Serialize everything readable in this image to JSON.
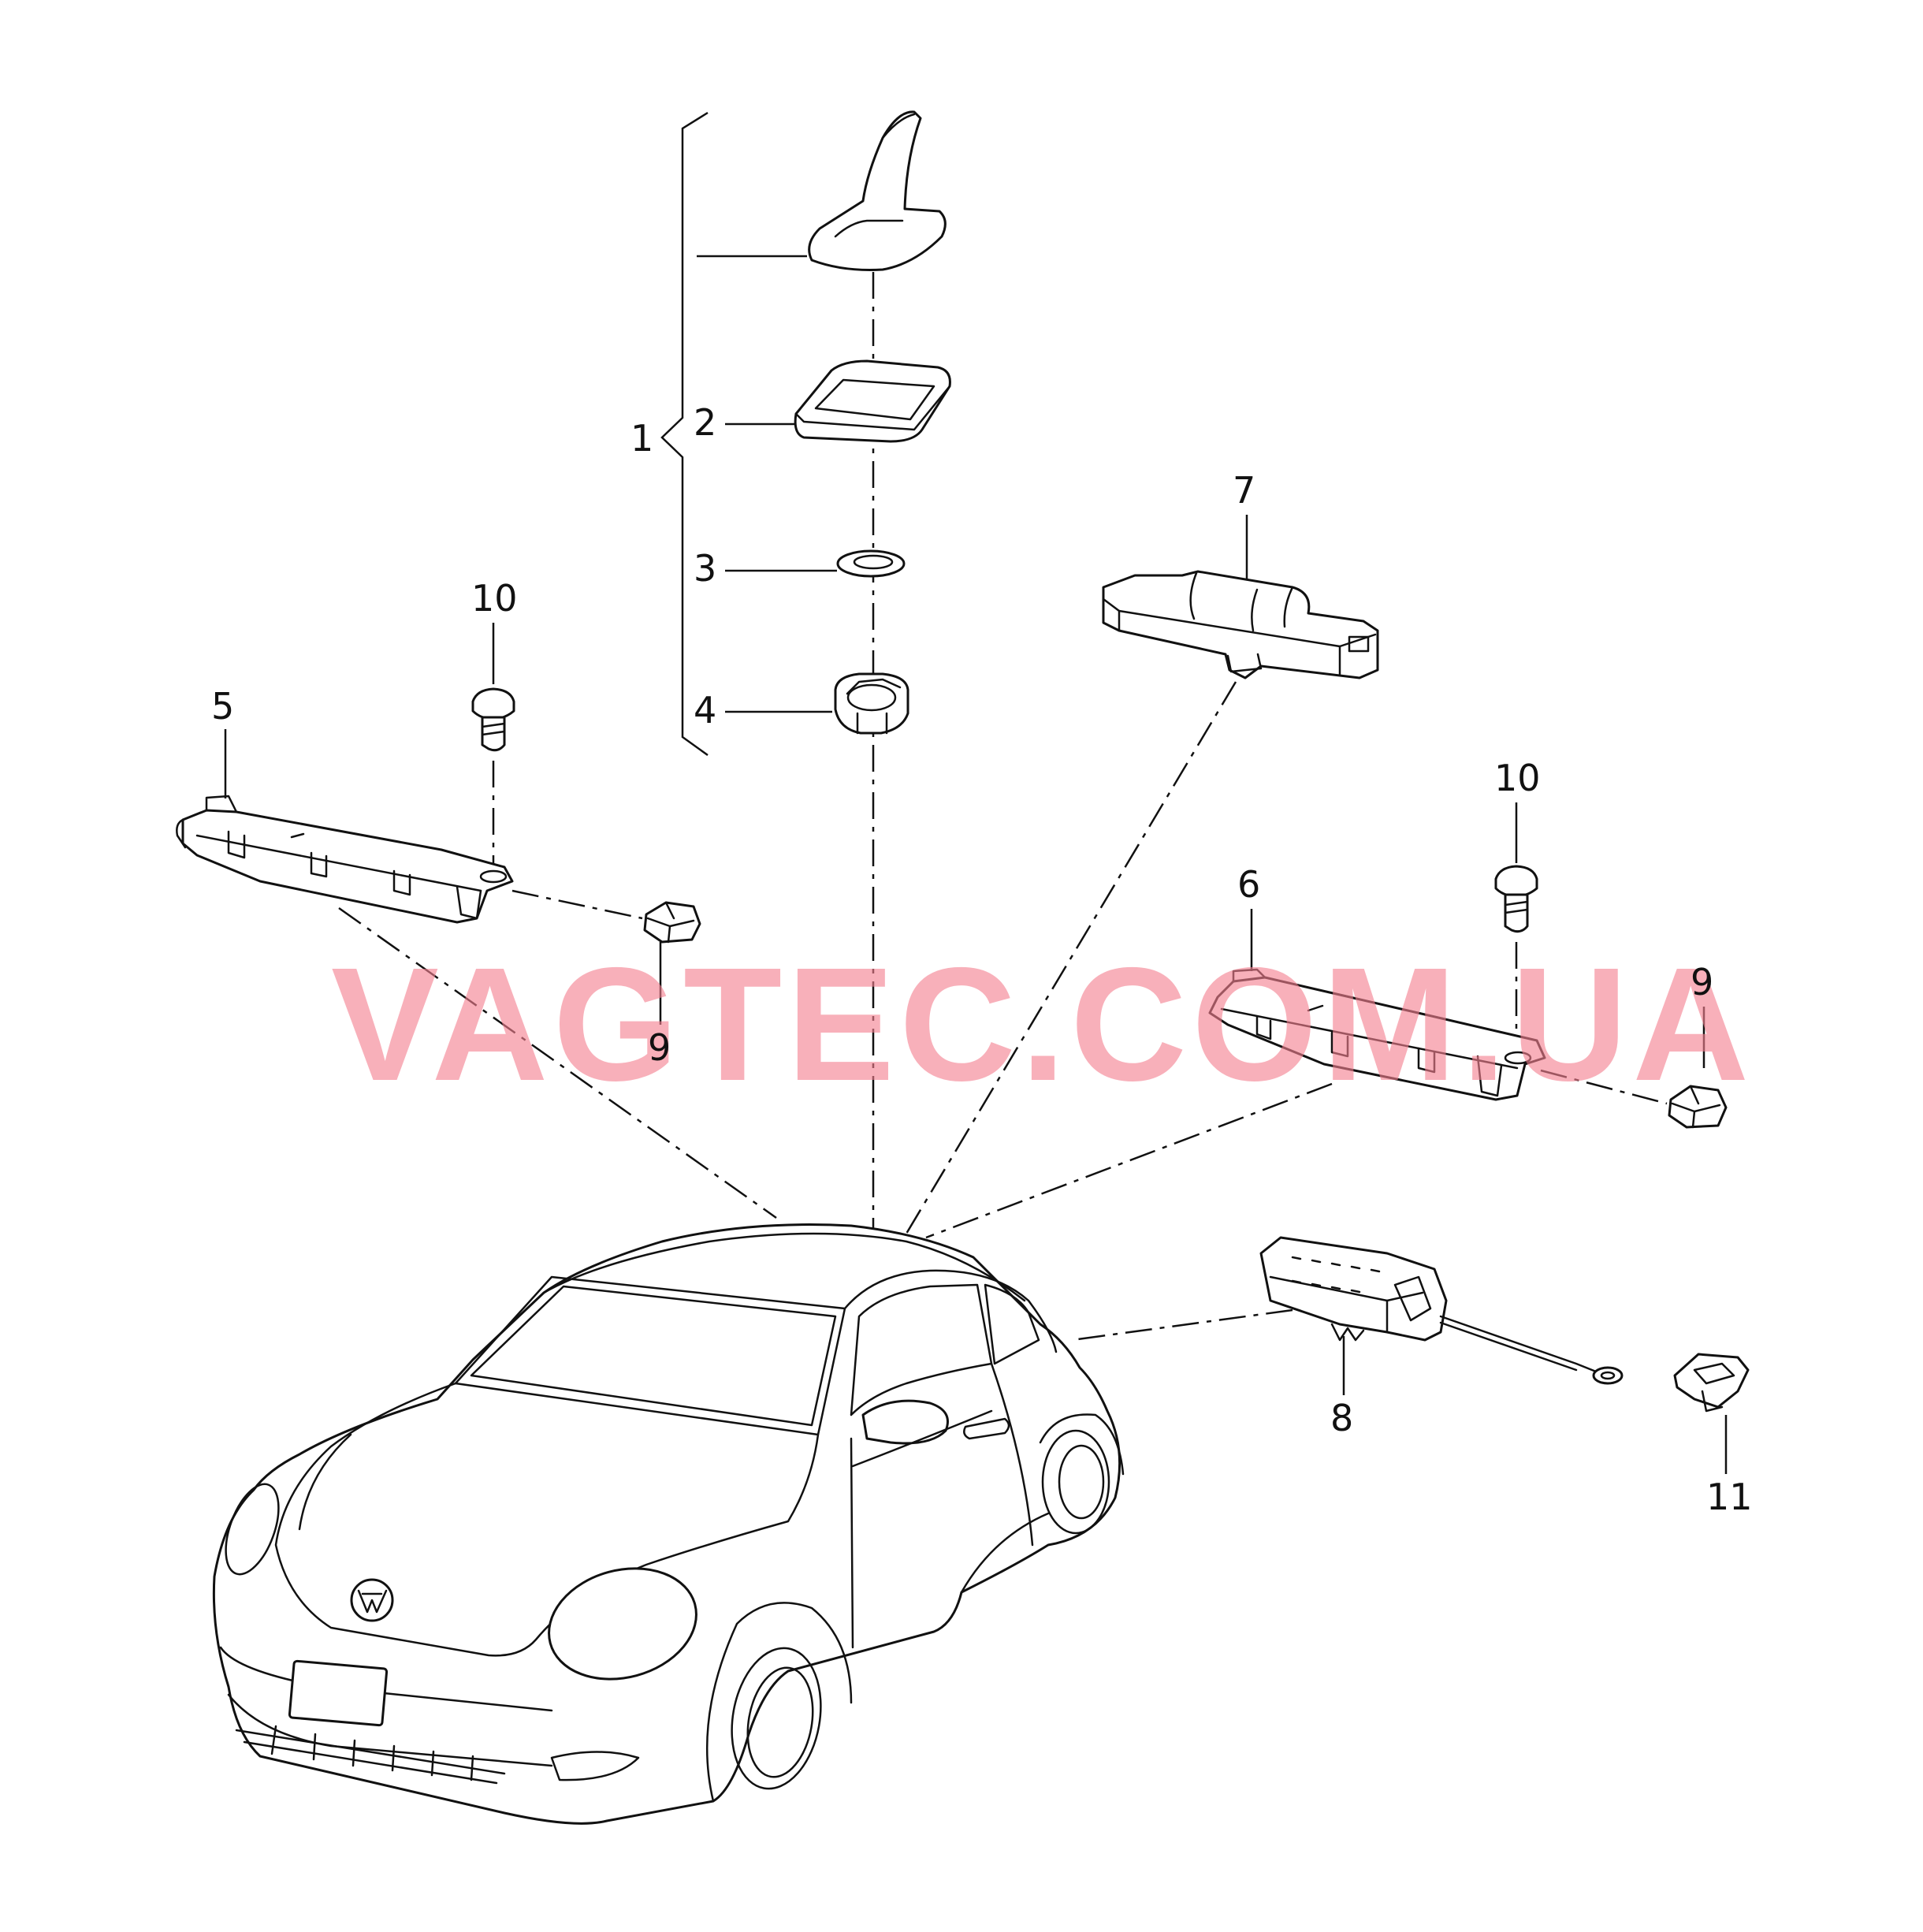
{
  "callouts": {
    "c1": "1",
    "c2": "2",
    "c3": "3",
    "c4": "4",
    "c5": "5",
    "c6": "6",
    "c7": "7",
    "c8": "8",
    "c9a": "9",
    "c9b": "9",
    "c10a": "10",
    "c10b": "10",
    "c11": "11"
  },
  "watermark": {
    "text": "VAGTEC.COM.UA",
    "color": "#f4808f"
  }
}
